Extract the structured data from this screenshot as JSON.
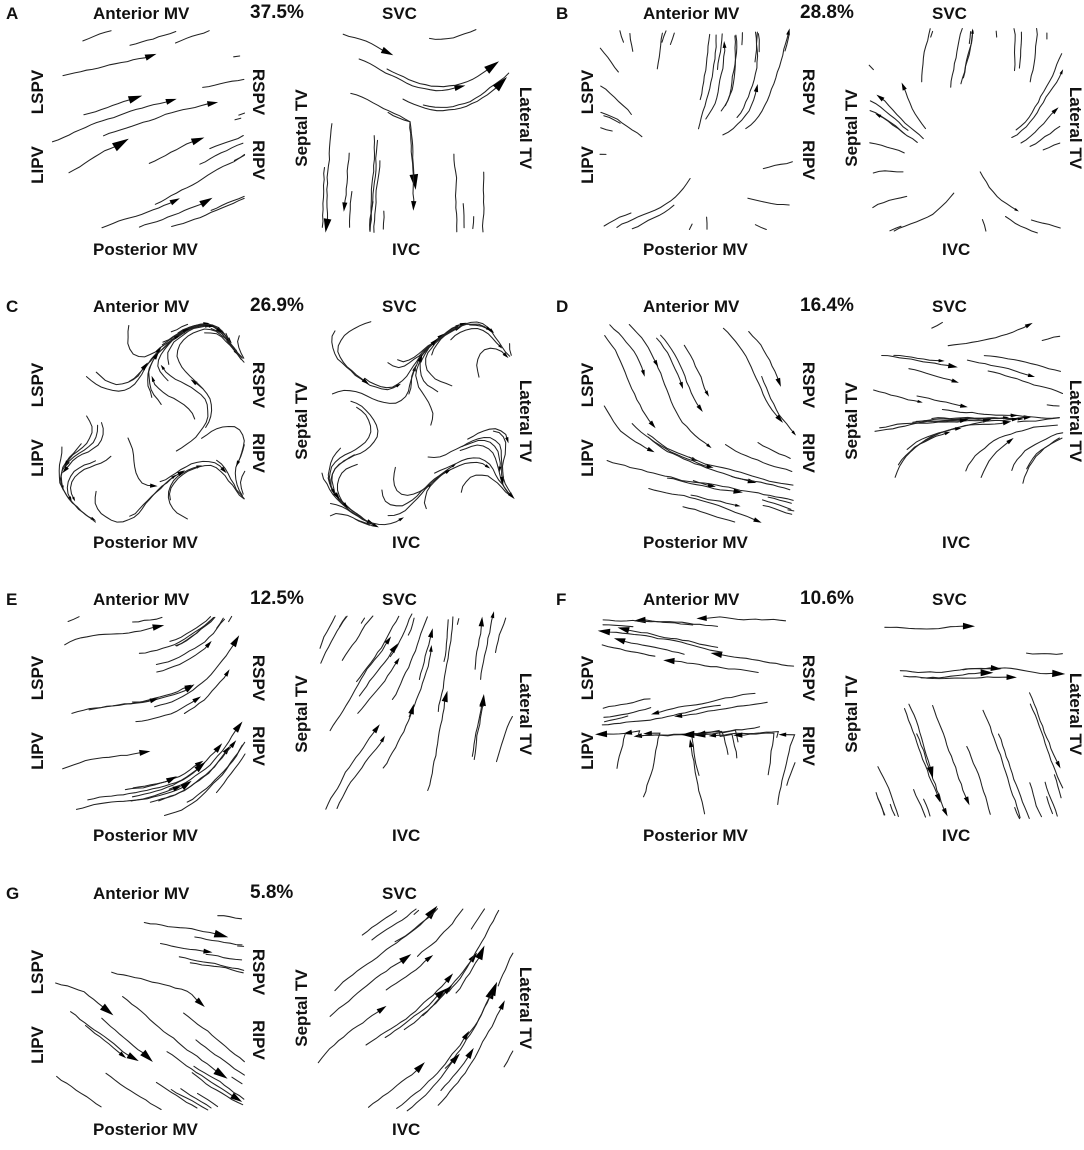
{
  "panels": [
    {
      "letter": "A",
      "percent": "37.5%",
      "style": "heavy-diag"
    },
    {
      "letter": "B",
      "percent": "28.8%",
      "style": "light-radial"
    },
    {
      "letter": "C",
      "percent": "26.9%",
      "style": "light-chaotic"
    },
    {
      "letter": "D",
      "percent": "16.4%",
      "style": "light-diag"
    },
    {
      "letter": "E",
      "percent": "12.5%",
      "style": "medium-diag"
    },
    {
      "letter": "F",
      "percent": "10.6%",
      "style": "horizontal-split"
    },
    {
      "letter": "G",
      "percent": "5.8%",
      "style": "fan"
    }
  ],
  "labels": {
    "la_top": "Anterior MV",
    "la_bottom": "Posterior MV",
    "la_left_top": "LSPV",
    "la_left_bottom": "LIPV",
    "la_right_top": "RSPV",
    "la_right_bottom": "RIPV",
    "ra_top": "SVC",
    "ra_bottom": "IVC",
    "ra_left": "Septal TV",
    "ra_right": "Lateral TV"
  }
}
